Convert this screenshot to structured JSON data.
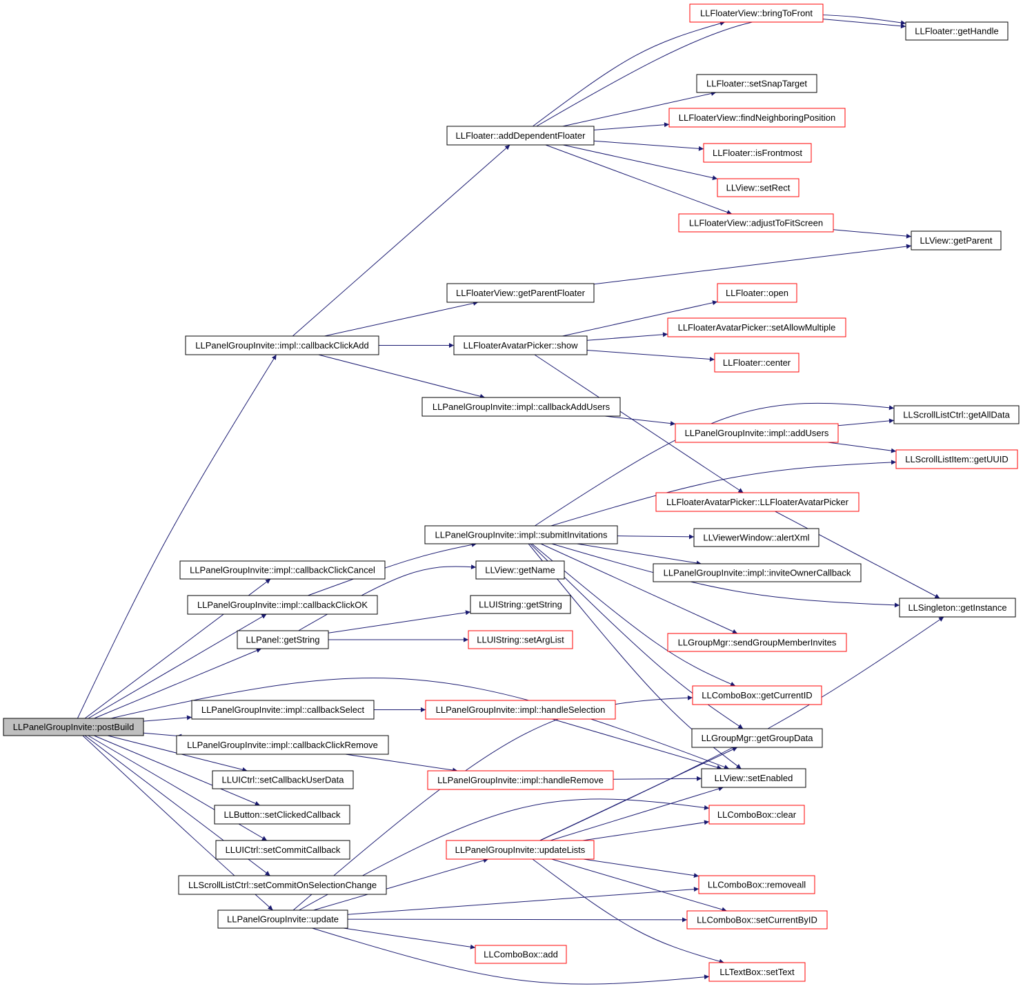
{
  "colors": {
    "edge": "#191970",
    "root_fill": "#bfbfbf",
    "node_fill": "#ffffff",
    "documented_border": "#000000",
    "undocumented_border": "#ff0000"
  },
  "nodes": {
    "postBuild": {
      "label": "LLPanelGroupInvite::postBuild",
      "style": "root"
    },
    "callbackClickAdd": {
      "label": "LLPanelGroupInvite::impl::callbackClickAdd",
      "style": "black"
    },
    "addDependentFloater": {
      "label": "LLFloater::addDependentFloater",
      "style": "black"
    },
    "bringToFront": {
      "label": "LLFloaterView::bringToFront",
      "style": "red"
    },
    "getHandle": {
      "label": "LLFloater::getHandle",
      "style": "black"
    },
    "setSnapTarget": {
      "label": "LLFloater::setSnapTarget",
      "style": "black"
    },
    "findNeighboringPosition": {
      "label": "LLFloaterView::findNeighboringPosition",
      "style": "red"
    },
    "isFrontmost": {
      "label": "LLFloater::isFrontmost",
      "style": "red"
    },
    "setRect": {
      "label": "LLView::setRect",
      "style": "red"
    },
    "adjustToFitScreen": {
      "label": "LLFloaterView::adjustToFitScreen",
      "style": "red"
    },
    "getParent": {
      "label": "LLView::getParent",
      "style": "black"
    },
    "getParentFloater": {
      "label": "LLFloaterView::getParentFloater",
      "style": "black"
    },
    "floaterOpen": {
      "label": "LLFloater::open",
      "style": "red"
    },
    "avatarPickerShow": {
      "label": "LLFloaterAvatarPicker::show",
      "style": "black"
    },
    "setAllowMultiple": {
      "label": "LLFloaterAvatarPicker::setAllowMultiple",
      "style": "red"
    },
    "floaterCenter": {
      "label": "LLFloater::center",
      "style": "red"
    },
    "callbackAddUsers": {
      "label": "LLPanelGroupInvite::impl::callbackAddUsers",
      "style": "black"
    },
    "getAllData": {
      "label": "LLScrollListCtrl::getAllData",
      "style": "black"
    },
    "addUsers": {
      "label": "LLPanelGroupInvite::impl::addUsers",
      "style": "red"
    },
    "getUUID": {
      "label": "LLScrollListItem::getUUID",
      "style": "red"
    },
    "avatarPickerCtor": {
      "label": "LLFloaterAvatarPicker::LLFloaterAvatarPicker",
      "style": "red"
    },
    "submitInvitations": {
      "label": "LLPanelGroupInvite::impl::submitInvitations",
      "style": "black"
    },
    "alertXml": {
      "label": "LLViewerWindow::alertXml",
      "style": "black"
    },
    "inviteOwnerCallback": {
      "label": "LLPanelGroupInvite::impl::inviteOwnerCallback",
      "style": "black"
    },
    "getInstance": {
      "label": "LLSingleton::getInstance",
      "style": "black"
    },
    "callbackClickCancel": {
      "label": "LLPanelGroupInvite::impl::callbackClickCancel",
      "style": "black"
    },
    "getName": {
      "label": "LLView::getName",
      "style": "black"
    },
    "callbackClickOK": {
      "label": "LLPanelGroupInvite::impl::callbackClickOK",
      "style": "black"
    },
    "uiGetString": {
      "label": "LLUIString::getString",
      "style": "black"
    },
    "panelGetString": {
      "label": "LLPanel::getString",
      "style": "black"
    },
    "setArgList": {
      "label": "LLUIString::setArgList",
      "style": "red"
    },
    "sendGroupMemberInvites": {
      "label": "LLGroupMgr::sendGroupMemberInvites",
      "style": "red"
    },
    "getCurrentID": {
      "label": "LLComboBox::getCurrentID",
      "style": "red"
    },
    "callbackSelect": {
      "label": "LLPanelGroupInvite::impl::callbackSelect",
      "style": "black"
    },
    "handleSelection": {
      "label": "LLPanelGroupInvite::impl::handleSelection",
      "style": "red"
    },
    "getGroupData": {
      "label": "LLGroupMgr::getGroupData",
      "style": "black"
    },
    "callbackClickRemove": {
      "label": "LLPanelGroupInvite::impl::callbackClickRemove",
      "style": "black"
    },
    "setCallbackUserData": {
      "label": "LLUICtrl::setCallbackUserData",
      "style": "black"
    },
    "handleRemove": {
      "label": "LLPanelGroupInvite::impl::handleRemove",
      "style": "red"
    },
    "setEnabled": {
      "label": "LLView::setEnabled",
      "style": "black"
    },
    "setClickedCallback": {
      "label": "LLButton::setClickedCallback",
      "style": "black"
    },
    "comboClear": {
      "label": "LLComboBox::clear",
      "style": "red"
    },
    "setCommitCallback": {
      "label": "LLUICtrl::setCommitCallback",
      "style": "black"
    },
    "updateLists": {
      "label": "LLPanelGroupInvite::updateLists",
      "style": "red"
    },
    "setCommitOnSelectionChange": {
      "label": "LLScrollListCtrl::setCommitOnSelectionChange",
      "style": "black"
    },
    "removeall": {
      "label": "LLComboBox::removeall",
      "style": "red"
    },
    "update": {
      "label": "LLPanelGroupInvite::update",
      "style": "black"
    },
    "setCurrentByID": {
      "label": "LLComboBox::setCurrentByID",
      "style": "red"
    },
    "comboAdd": {
      "label": "LLComboBox::add",
      "style": "red"
    },
    "setText": {
      "label": "LLTextBox::setText",
      "style": "red"
    }
  },
  "edges": [
    [
      "postBuild",
      "callbackClickAdd"
    ],
    [
      "postBuild",
      "callbackClickCancel"
    ],
    [
      "postBuild",
      "callbackClickOK"
    ],
    [
      "postBuild",
      "panelGetString"
    ],
    [
      "postBuild",
      "setEnabled"
    ],
    [
      "postBuild",
      "callbackSelect"
    ],
    [
      "postBuild",
      "callbackClickRemove"
    ],
    [
      "postBuild",
      "setCallbackUserData"
    ],
    [
      "postBuild",
      "setClickedCallback"
    ],
    [
      "postBuild",
      "setCommitCallback"
    ],
    [
      "postBuild",
      "setCommitOnSelectionChange"
    ],
    [
      "postBuild",
      "update"
    ],
    [
      "callbackClickAdd",
      "addDependentFloater"
    ],
    [
      "callbackClickAdd",
      "getParentFloater"
    ],
    [
      "callbackClickAdd",
      "avatarPickerShow"
    ],
    [
      "callbackClickAdd",
      "callbackAddUsers"
    ],
    [
      "addDependentFloater",
      "bringToFront"
    ],
    [
      "addDependentFloater",
      "getHandle"
    ],
    [
      "addDependentFloater",
      "setSnapTarget"
    ],
    [
      "addDependentFloater",
      "findNeighboringPosition"
    ],
    [
      "addDependentFloater",
      "isFrontmost"
    ],
    [
      "addDependentFloater",
      "setRect"
    ],
    [
      "addDependentFloater",
      "adjustToFitScreen"
    ],
    [
      "bringToFront",
      "getHandle"
    ],
    [
      "adjustToFitScreen",
      "getParent"
    ],
    [
      "getParentFloater",
      "getParent"
    ],
    [
      "avatarPickerShow",
      "floaterOpen"
    ],
    [
      "avatarPickerShow",
      "setAllowMultiple"
    ],
    [
      "avatarPickerShow",
      "floaterCenter"
    ],
    [
      "avatarPickerShow",
      "avatarPickerCtor"
    ],
    [
      "callbackAddUsers",
      "addUsers"
    ],
    [
      "addUsers",
      "getAllData"
    ],
    [
      "addUsers",
      "getUUID"
    ],
    [
      "avatarPickerCtor",
      "getInstance"
    ],
    [
      "callbackClickOK",
      "submitInvitations"
    ],
    [
      "submitInvitations",
      "getAllData"
    ],
    [
      "submitInvitations",
      "getUUID"
    ],
    [
      "submitInvitations",
      "alertXml"
    ],
    [
      "submitInvitations",
      "inviteOwnerCallback"
    ],
    [
      "submitInvitations",
      "getInstance"
    ],
    [
      "submitInvitations",
      "sendGroupMemberInvites"
    ],
    [
      "submitInvitations",
      "getCurrentID"
    ],
    [
      "submitInvitations",
      "getGroupData"
    ],
    [
      "submitInvitations",
      "setEnabled"
    ],
    [
      "panelGetString",
      "getName"
    ],
    [
      "panelGetString",
      "uiGetString"
    ],
    [
      "panelGetString",
      "setArgList"
    ],
    [
      "callbackSelect",
      "handleSelection"
    ],
    [
      "handleSelection",
      "setEnabled"
    ],
    [
      "callbackClickRemove",
      "handleRemove"
    ],
    [
      "handleRemove",
      "setEnabled"
    ],
    [
      "update",
      "getCurrentID"
    ],
    [
      "update",
      "updateLists"
    ],
    [
      "update",
      "comboClear"
    ],
    [
      "update",
      "removeall"
    ],
    [
      "update",
      "setCurrentByID"
    ],
    [
      "update",
      "comboAdd"
    ],
    [
      "update",
      "setText"
    ],
    [
      "updateLists",
      "getGroupData"
    ],
    [
      "updateLists",
      "setEnabled"
    ],
    [
      "updateLists",
      "comboClear"
    ],
    [
      "updateLists",
      "removeall"
    ],
    [
      "updateLists",
      "setCurrentByID"
    ],
    [
      "updateLists",
      "setText"
    ],
    [
      "updateLists",
      "getInstance"
    ]
  ]
}
